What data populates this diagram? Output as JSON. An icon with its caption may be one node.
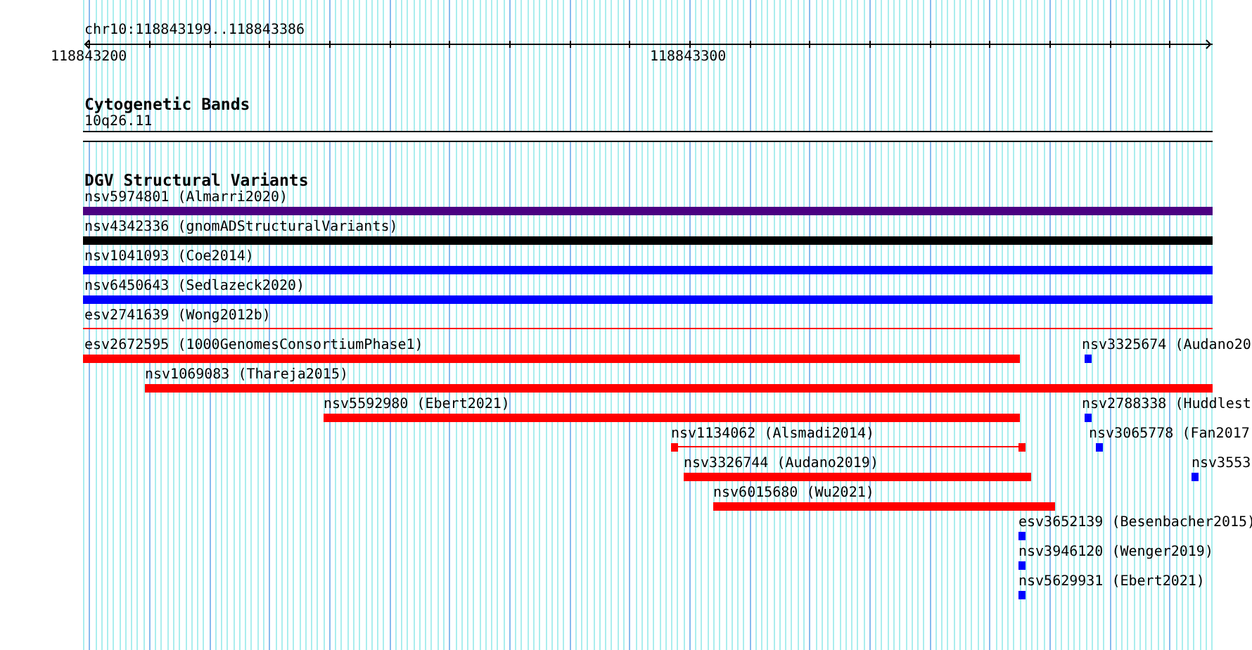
{
  "diagram": {
    "nodes": [
      {
        "text": [
          "10q26.11"
        ]
      },
      {
        "text": [
          "nsv5974801 (Almarri2020)"
        ]
      },
      {
        "text": [
          "nsv4342336 (gnomADStructuralVariants)"
        ]
      },
      {
        "text": [
          "nsv1041093 (Coe2014)"
        ]
      },
      {
        "text": [
          "nsv6450643 (Sedlazeck2020)"
        ]
      },
      {
        "text": [
          "esv2741639 (Wong2012b)"
        ]
      },
      {
        "text": [
          "esv2672595 (1000GenomesConsortiumPhase1)"
        ]
      },
      {
        "text": [
          "nsv3325674 (Audano20"
        ]
      },
      {
        "text": [
          "nsv1069083 (Thareja2015)"
        ]
      },
      {
        "text": [
          "nsv5592980 (Ebert2021)"
        ]
      },
      {
        "text": [
          "nsv2788338 (Huddlest"
        ]
      },
      {
        "text": [
          "nsv1134062 (Alsmadi2014)"
        ]
      },
      {
        "text": [
          "nsv3065778 (Fan2017"
        ]
      },
      {
        "text": [
          "nsv3326744 (Audano2019)"
        ]
      },
      {
        "text": [
          "nsv3553"
        ]
      },
      {
        "text": [
          "nsv6015680 (Wu2021)"
        ]
      },
      {
        "text": [
          "esv3652139 (Besenbacher2015)"
        ]
      },
      {
        "text": [
          "nsv3946120 (Wenger2019)"
        ]
      },
      {
        "text": [
          "nsv5629931 (Ebert2021)"
        ]
      }
    ],
    "labels": [
      "chr10:118843199..118843386",
      "118843200",
      "118843300",
      "Cytogenetic Bands",
      "DGV Structural Variants"
    ]
  }
}
